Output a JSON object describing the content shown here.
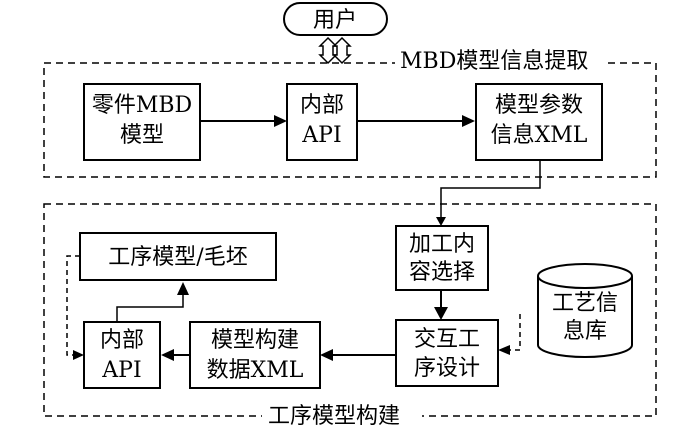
{
  "user": "用户",
  "groups": {
    "extract_title": "MBD模型信息提取",
    "build_title": "工序模型构建"
  },
  "nodes": {
    "part_mbd": [
      "零件MBD",
      "模型"
    ],
    "internal_api_top": [
      "内部",
      "API"
    ],
    "model_param_xml": [
      "模型参数",
      "信息XML"
    ],
    "content_select": [
      "加工内",
      "容选择"
    ],
    "process_db": [
      "工艺信",
      "息库"
    ],
    "interactive_design": [
      "交互工",
      "序设计"
    ],
    "build_data_xml": [
      "模型构建",
      "数据XML"
    ],
    "internal_api_bottom": [
      "内部",
      "API"
    ],
    "process_model": "工序模型/毛坯"
  }
}
